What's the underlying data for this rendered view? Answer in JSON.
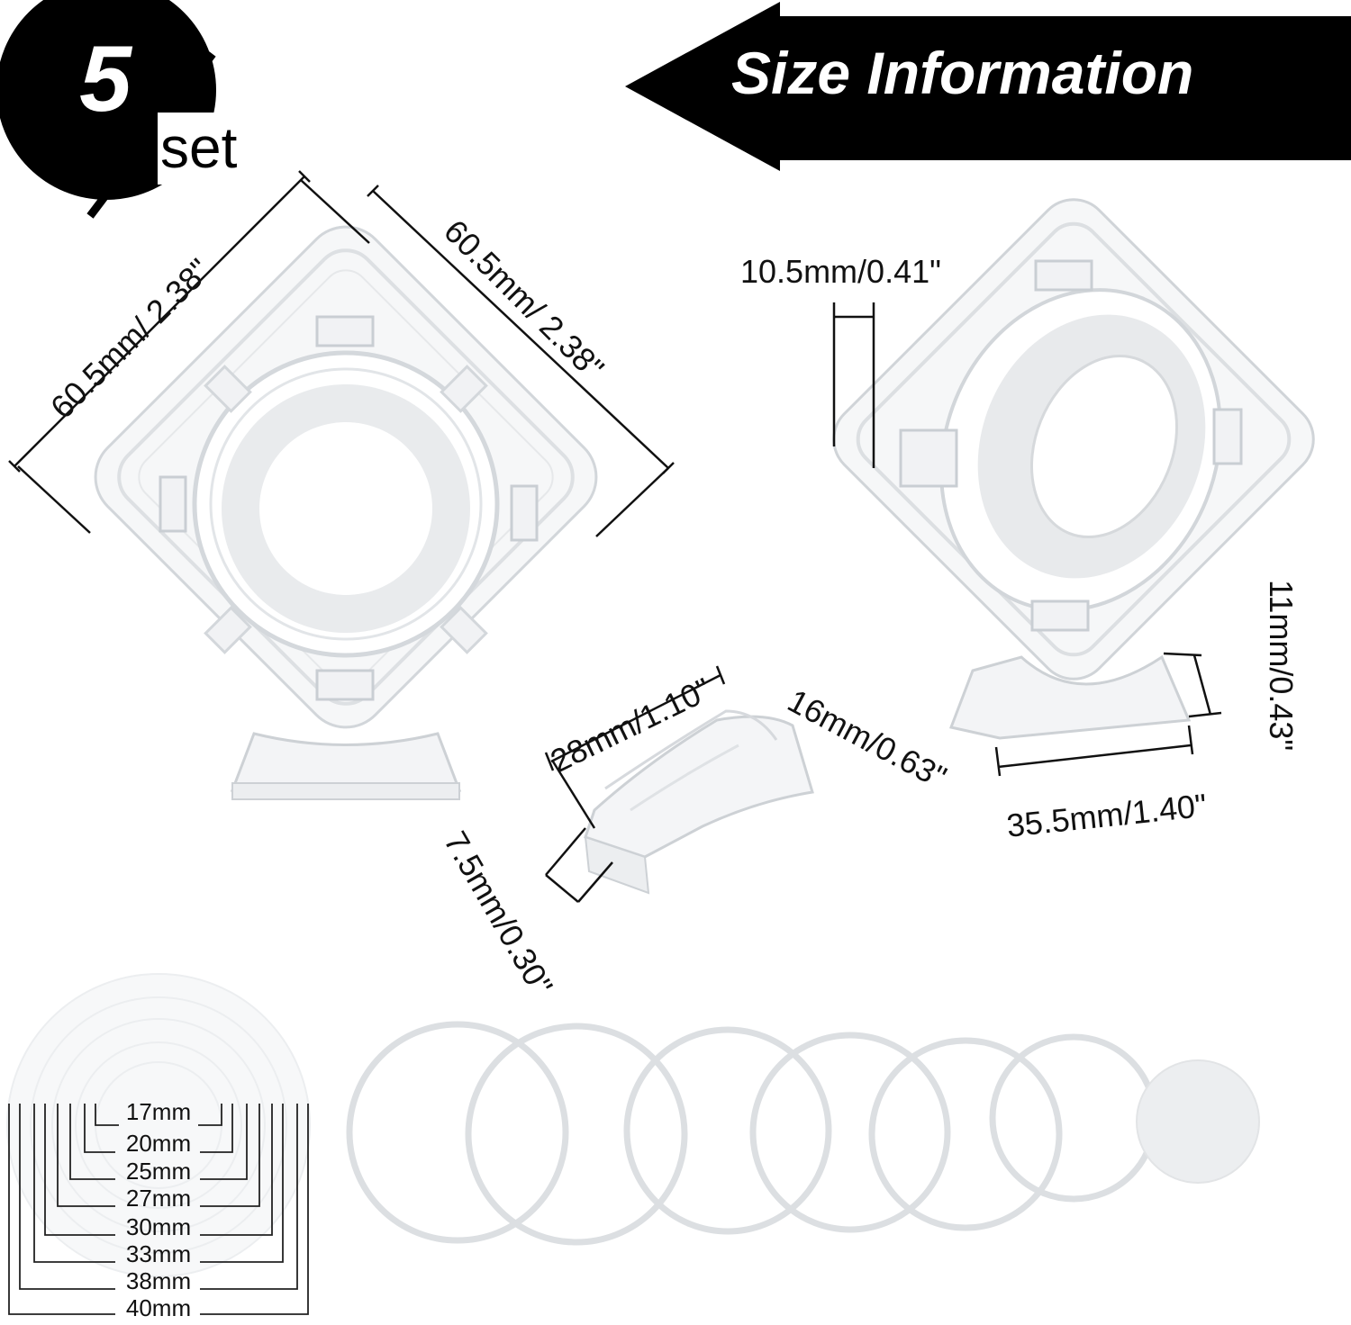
{
  "badge": {
    "number": "5",
    "unit": "set"
  },
  "banner": {
    "title": "Size Information"
  },
  "dimensions": {
    "front_width": "60.5mm/ 2.38\"",
    "front_height": "60.5mm/ 2.38\"",
    "frame_depth": "10.5mm/0.41\"",
    "stand_length": "28mm/1.10\"",
    "stand_slot_width": "7.5mm/0.30\"",
    "stand_depth": "16mm/0.63\"",
    "stand_height": "11mm/0.43\"",
    "stand_base_width": "35.5mm/1.40\""
  },
  "ring_sizes": [
    "17mm",
    "20mm",
    "25mm",
    "27mm",
    "30mm",
    "33mm",
    "38mm",
    "40mm"
  ],
  "colors": {
    "banner": "#000000",
    "badge": "#000000",
    "acrylic": "#e8eaec",
    "ring": "#d9dcdf"
  }
}
